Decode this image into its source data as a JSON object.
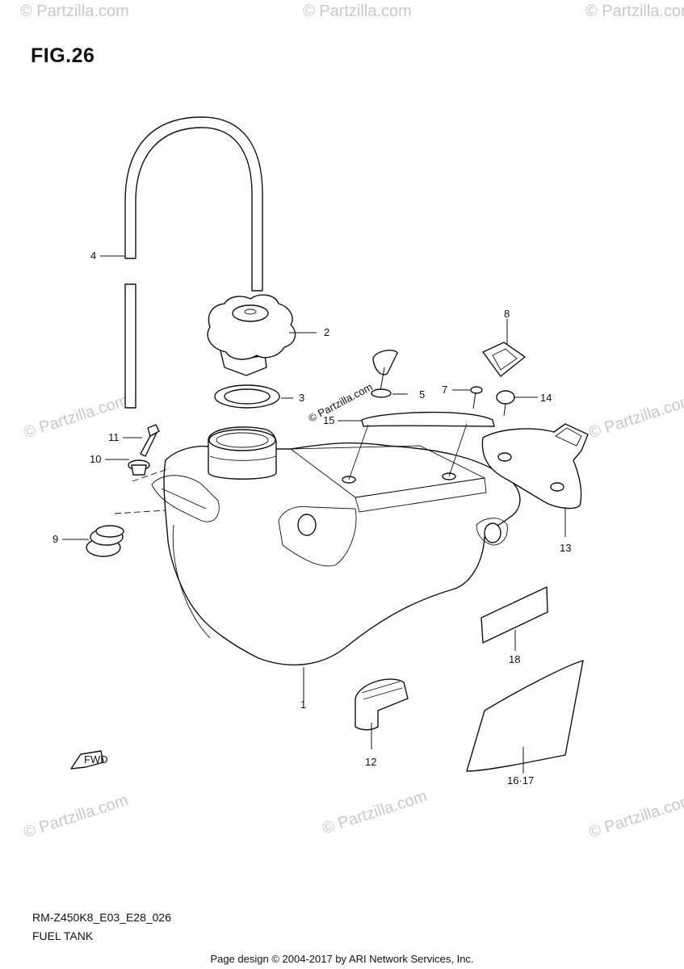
{
  "figure": {
    "title": "FIG.26",
    "model_code": "RM-Z450K8_E03_E28_026",
    "name": "FUEL TANK"
  },
  "watermark": {
    "text": "© Partzilla.com",
    "corner_text": "© Partzilla.com",
    "stamp_text": "© Partzilla.com"
  },
  "callouts": [
    {
      "id": "1",
      "label": "1"
    },
    {
      "id": "2",
      "label": "2"
    },
    {
      "id": "3",
      "label": "3"
    },
    {
      "id": "4",
      "label": "4"
    },
    {
      "id": "5",
      "label": "5"
    },
    {
      "id": "7",
      "label": "7"
    },
    {
      "id": "8",
      "label": "8"
    },
    {
      "id": "9",
      "label": "9"
    },
    {
      "id": "10",
      "label": "10"
    },
    {
      "id": "11",
      "label": "11"
    },
    {
      "id": "12",
      "label": "12"
    },
    {
      "id": "13",
      "label": "13"
    },
    {
      "id": "14",
      "label": "14"
    },
    {
      "id": "15",
      "label": "15"
    },
    {
      "id": "16-17",
      "label": "16·17"
    },
    {
      "id": "18",
      "label": "18"
    }
  ],
  "fwd_marker": {
    "label": "FWD"
  },
  "footer": {
    "text": "Page design © 2004-2017 by ARI Network Services, Inc."
  },
  "colors": {
    "line": "#111111",
    "watermark": "#c8c8c8",
    "background": "#ffffff"
  }
}
